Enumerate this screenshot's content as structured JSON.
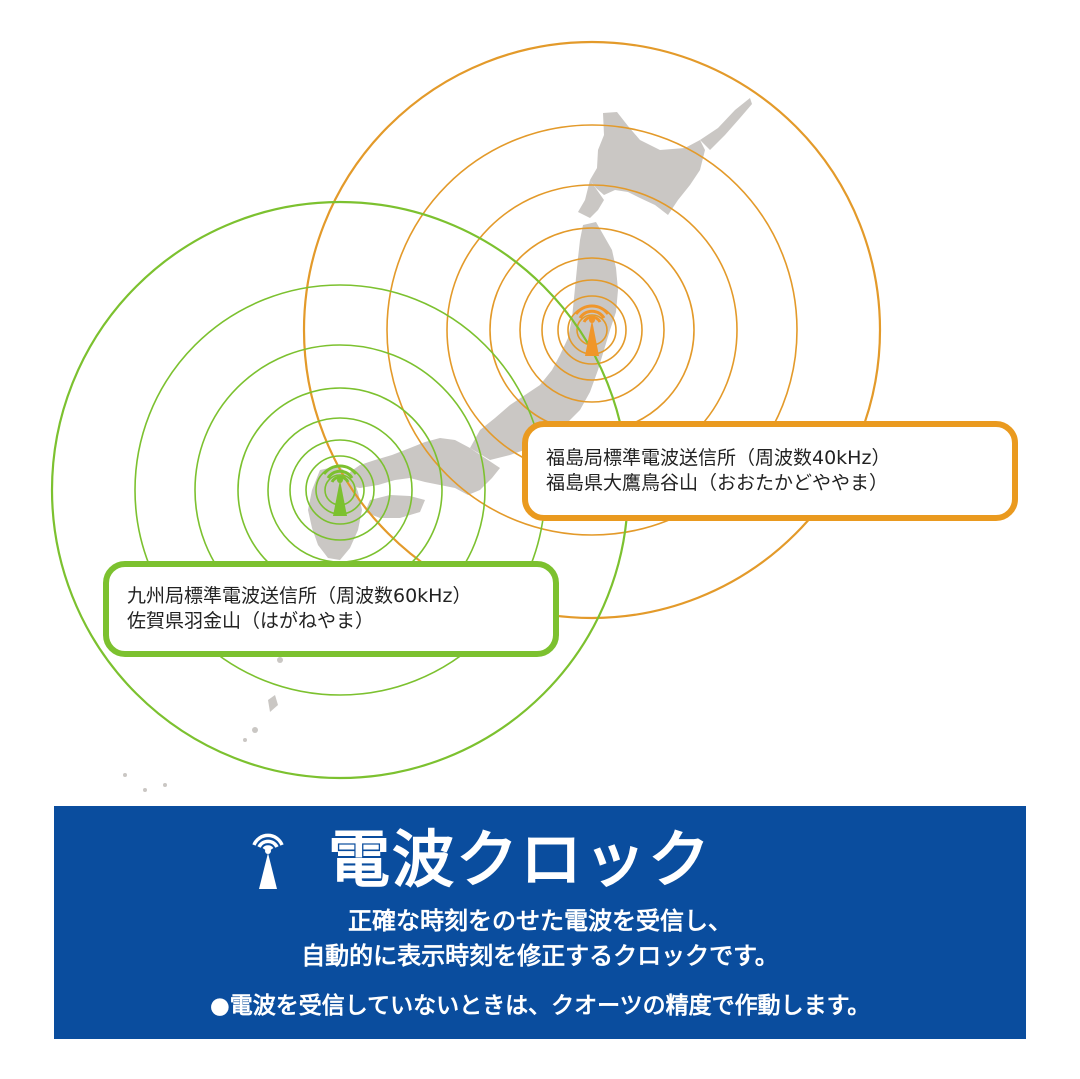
{
  "colors": {
    "fukushima_ring": "#e39a2a",
    "kyushu_ring": "#7cc12f",
    "map_land": "#c9c6c3",
    "banner_bg": "#0a4d9e",
    "banner_text": "#ffffff"
  },
  "stations": {
    "fukushima": {
      "name": "福島局標準電波送信所（周波数40kHz）",
      "location": "福島県大鷹鳥谷山（おおたかどややま）",
      "frequency": "40kHz",
      "icon": "radio-tower-icon"
    },
    "kyushu": {
      "name": "九州局標準電波送信所（周波数60kHz）",
      "location": "佐賀県羽金山（はがねやま）",
      "frequency": "60kHz",
      "icon": "radio-tower-icon"
    }
  },
  "banner": {
    "icon": "radio-tower-icon",
    "title": "電波クロック",
    "description_line1": "正確な時刻をのせた電波を受信し、",
    "description_line2": "自動的に表示時刻を修正するクロックです。",
    "note": "●電波を受信していないときは、クオーツの精度で作動します。"
  }
}
